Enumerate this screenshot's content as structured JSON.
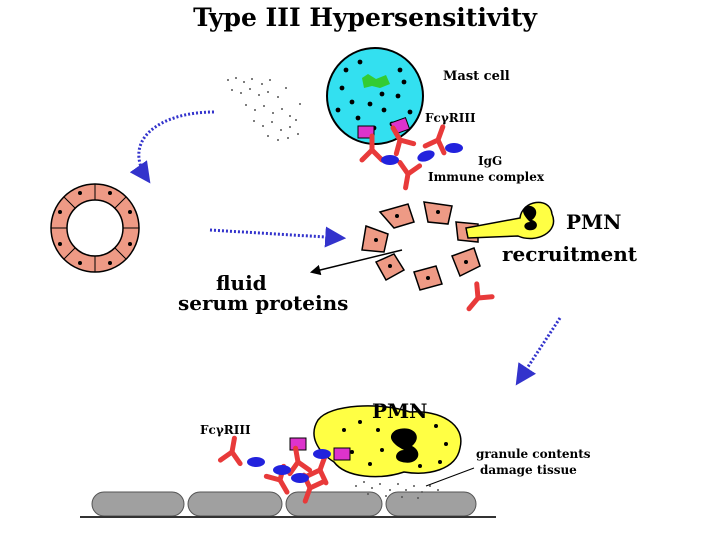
{
  "title": "Type III Hypersensitivity",
  "labels": {
    "mast_cell": "Mast cell",
    "fc_receptor_top": "FcγRIII",
    "igg": "IgG",
    "immune_complex": "Immune complex",
    "pmn_recruitment_line1": "PMN",
    "pmn_recruitment_line2": "recruitment",
    "fluid_line1": "fluid",
    "fluid_line2": "serum proteins",
    "pmn_bottom": "PMN",
    "fc_receptor_bottom": "FcγRIII",
    "granule_line1": "granule contents",
    "granule_line2": "damage  tissue"
  },
  "colors": {
    "mast_cell": "#33e0f0",
    "mast_nucleus": "#33cc33",
    "pmn": "#ffff44",
    "vessel_cell": "#ee9a85",
    "receptor": "#dd33cc",
    "antibody": "#e83a3a",
    "antigen": "#2222dd",
    "arrow_dotted": "#3333cc",
    "tissue_cell": "#a0a0a0"
  },
  "icons": [
    "mast-cell-icon",
    "pmn-icon",
    "blood-vessel-icon",
    "antibody-icon",
    "tissue-cells-icon"
  ]
}
